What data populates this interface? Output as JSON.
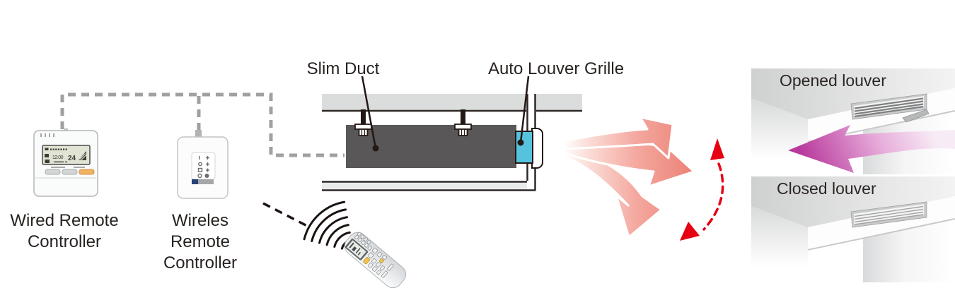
{
  "diagram": {
    "labels": {
      "slim_duct": "Slim Duct",
      "auto_louver_grille": "Auto Louver Grille"
    },
    "controllers": {
      "wired": {
        "label": "Wired Remote Controller",
        "display_temperature": "24",
        "display_time": "12:00"
      },
      "wireless": {
        "label": "Wireles Remote Controller"
      }
    },
    "panels": {
      "opened": {
        "title": "Opened louver"
      },
      "closed": {
        "title": "Closed louver"
      }
    },
    "icons": {
      "airflow": "salmon-airflow-arrow-fan",
      "swing": "red-dashed-swing-range-arrow",
      "ir_signal": "wireless-signal-arcs"
    },
    "colors": {
      "louver_cyan": "#55c3dd",
      "duct_gray": "#595757",
      "line_dark": "#2b2522",
      "airflow_salmon": "#ec7f73",
      "swing_red": "#e60012",
      "panel_arrow_magenta": "#b93a9c",
      "connector_dash_gray": "#9fa0a0",
      "wired_button_orange": "#f2b263",
      "wireless_led_navy": "#27427b"
    }
  }
}
